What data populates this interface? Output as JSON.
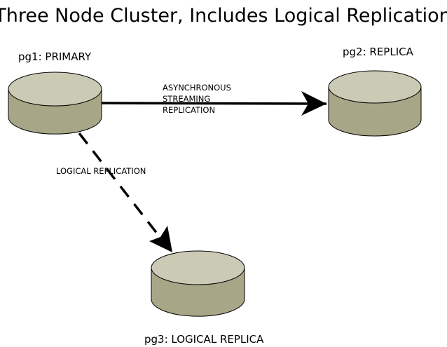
{
  "title": "Three Node Cluster, Includes Logical Replication",
  "colors": {
    "cylinder_top": "#cbcab5",
    "cylinder_side": "#a7a687",
    "outline": "#000000",
    "arrow": "#000000"
  },
  "nodes": [
    {
      "id": "pg1",
      "label": "pg1: PRIMARY",
      "icon": "database-icon"
    },
    {
      "id": "pg2",
      "label": "pg2: REPLICA",
      "icon": "database-icon"
    },
    {
      "id": "pg3",
      "label": "pg3: LOGICAL REPLICA",
      "icon": "database-icon"
    }
  ],
  "edges": [
    {
      "from": "pg1",
      "to": "pg2",
      "style": "solid",
      "label_lines": [
        "ASYNCHRONOUS",
        "STREAMING",
        "REPLICATION"
      ]
    },
    {
      "from": "pg1",
      "to": "pg3",
      "style": "dashed",
      "label_lines": [
        "LOGICAL REPLICATION"
      ]
    }
  ]
}
